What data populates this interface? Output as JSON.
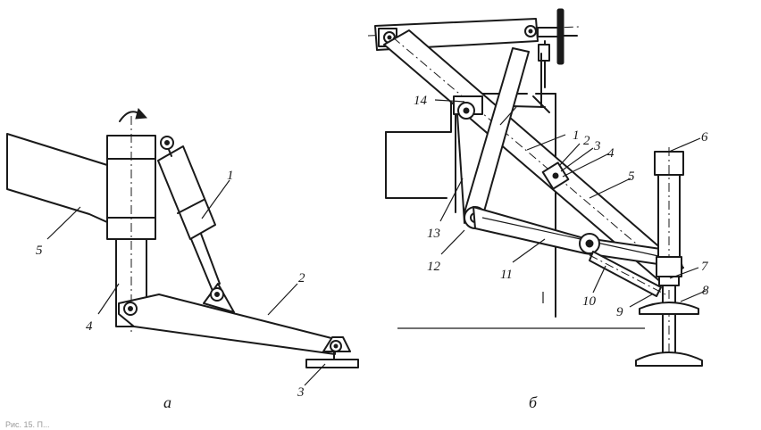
{
  "figure": {
    "caption_a": "а",
    "caption_b": "б",
    "footer_text": "Рис. 15. П..."
  },
  "labels_a": [
    "1",
    "2",
    "3",
    "4",
    "5"
  ],
  "labels_b": [
    "1",
    "2",
    "3",
    "4",
    "5",
    "6",
    "7",
    "8",
    "9",
    "10",
    "11",
    "12",
    "13",
    "14"
  ]
}
